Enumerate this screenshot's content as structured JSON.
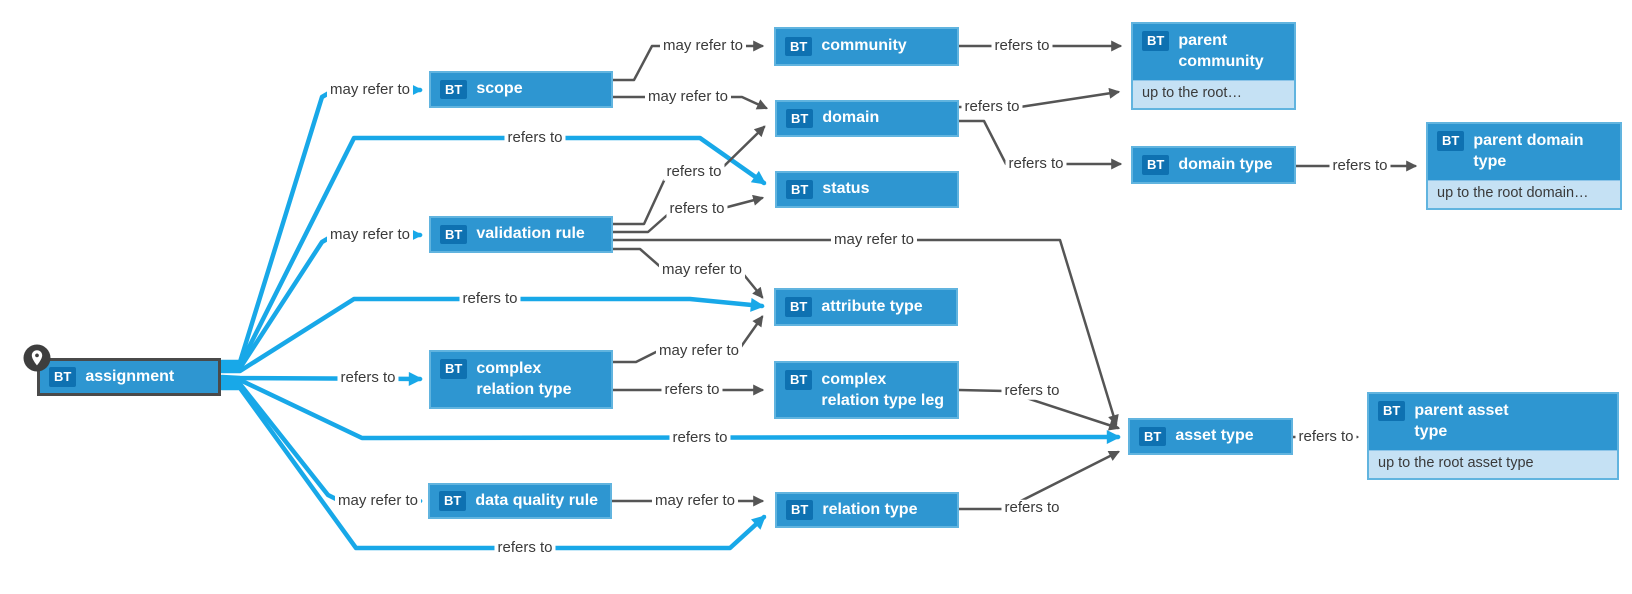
{
  "badge_label": "BT",
  "colors": {
    "node_fill": "#2E96D1",
    "node_border": "#61B4DF",
    "badge_fill": "#0E71B1",
    "note_fill": "#C5E1F4",
    "edge_blue": "#18A8E8",
    "edge_gray": "#555555",
    "assignment_border": "#4A4A4A"
  },
  "nodes": {
    "assignment": {
      "label": "assignment"
    },
    "scope": {
      "label": "scope"
    },
    "validation_rule": {
      "label": "validation rule"
    },
    "complex_relation_type": {
      "label": "complex relation type"
    },
    "data_quality_rule": {
      "label": "data quality rule"
    },
    "community": {
      "label": "community"
    },
    "domain": {
      "label": "domain"
    },
    "status": {
      "label": "status"
    },
    "attribute_type": {
      "label": "attribute type"
    },
    "complex_relation_type_leg": {
      "label": "complex relation type leg"
    },
    "relation_type": {
      "label": "relation type"
    },
    "parent_community": {
      "label": "parent community",
      "note": "up to the root…"
    },
    "domain_type": {
      "label": "domain type"
    },
    "asset_type": {
      "label": "asset type"
    },
    "parent_domain_type": {
      "label": "parent domain type",
      "note": "up to the root domain…"
    },
    "parent_asset_type": {
      "label": "parent asset type",
      "note": "up to the root asset type"
    }
  },
  "edge_labels": {
    "assignment_scope": "may refer to",
    "assignment_status": "refers to",
    "assignment_validation_rule": "may refer to",
    "assignment_attribute_type": "refers to",
    "assignment_complex_relation_type": "refers to",
    "assignment_asset_type": "refers to",
    "assignment_data_quality_rule": "may refer to",
    "assignment_relation_type": "refers to",
    "scope_community": "may refer to",
    "scope_domain": "may refer to",
    "validation_rule_domain": "refers to",
    "validation_rule_status": "refers to",
    "validation_rule_asset_type": "may refer to",
    "validation_rule_attribute_type": "may refer to",
    "complex_relation_type_attribute_type": "may refer to",
    "complex_relation_type_to_leg": "refers to",
    "leg_asset_type": "refers to",
    "data_quality_rule_relation_type": "may refer to",
    "relation_type_asset_type": "refers to",
    "community_parent_community": "refers to",
    "domain_parent_community": "refers to",
    "domain_domain_type": "refers to",
    "domain_type_parent_domain_type": "refers to",
    "asset_type_parent_asset_type": "refers to"
  }
}
